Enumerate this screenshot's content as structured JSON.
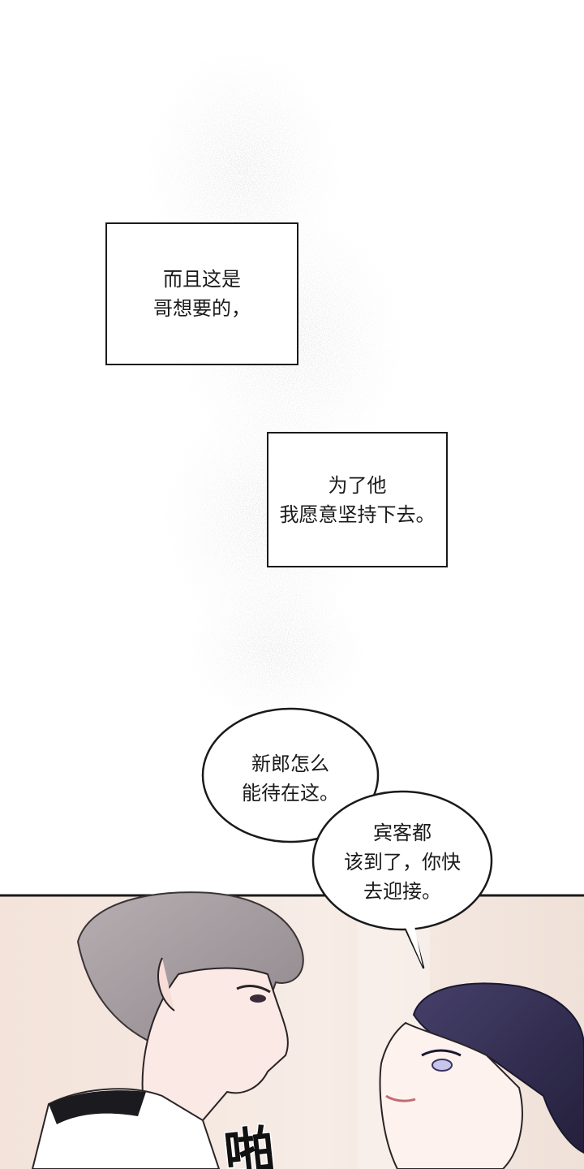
{
  "captions": [
    {
      "lines": [
        "而且这是",
        "哥想要的，"
      ]
    },
    {
      "lines": [
        "为了他",
        "我愿意坚持下去。"
      ]
    }
  ],
  "bubbles": [
    {
      "lines": [
        "新郎怎么",
        "能待在这。"
      ]
    },
    {
      "lines": [
        "宾客都",
        "该到了，你快",
        "去迎接。"
      ]
    }
  ],
  "sfx": "啪",
  "colors": {
    "ink": "#1a1a1a",
    "panel_bg": "#f2e4dc",
    "hair_grey": "#a8a1a4",
    "hair_navy": "#3a3557"
  }
}
